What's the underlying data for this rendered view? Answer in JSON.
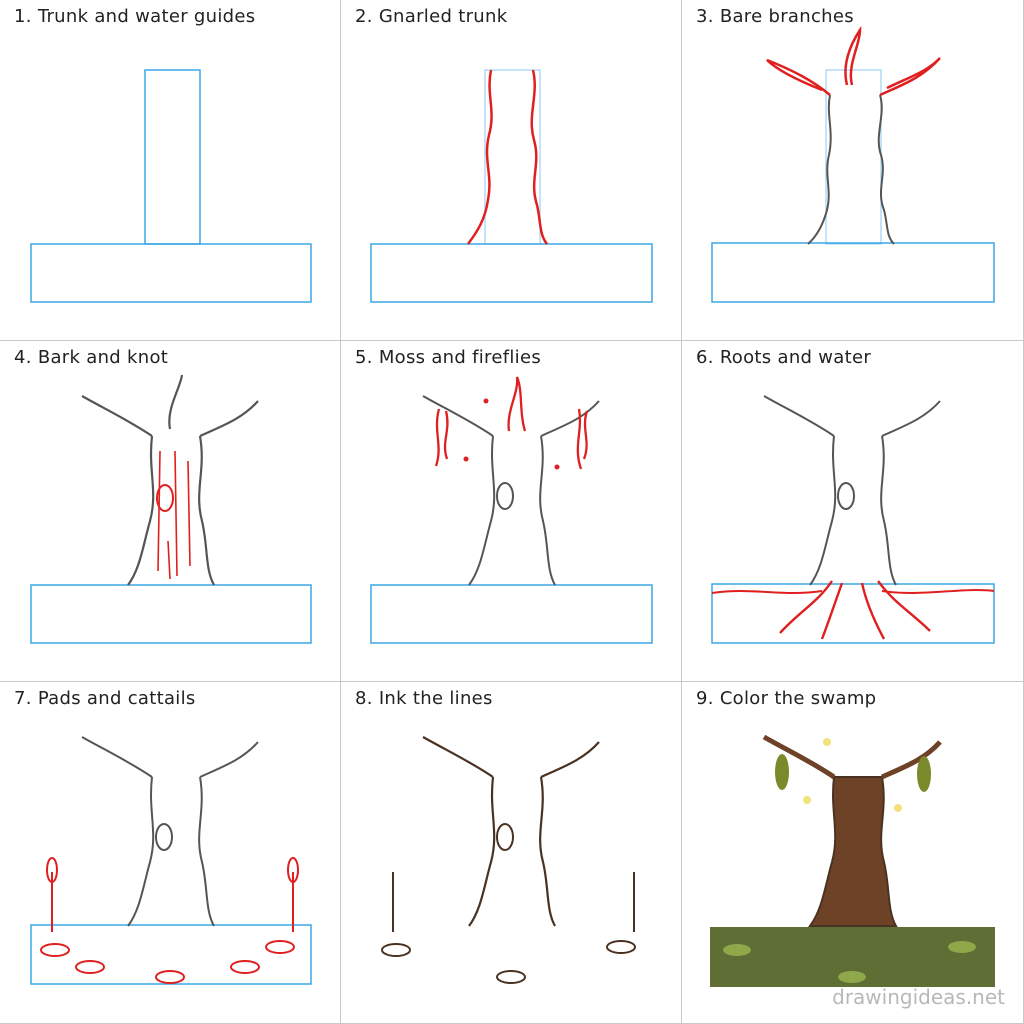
{
  "steps": [
    {
      "number": "1.",
      "title": "Trunk and water guides"
    },
    {
      "number": "2.",
      "title": "Gnarled trunk"
    },
    {
      "number": "3.",
      "title": "Bare branches"
    },
    {
      "number": "4.",
      "title": "Bark and knot"
    },
    {
      "number": "5.",
      "title": "Moss and fireflies"
    },
    {
      "number": "6.",
      "title": "Roots and water"
    },
    {
      "number": "7.",
      "title": "Pads and cattails"
    },
    {
      "number": "8.",
      "title": "Ink the lines"
    },
    {
      "number": "9.",
      "title": "Color the swamp"
    }
  ],
  "watermark": "drawingideas.net",
  "colors": {
    "guide": "#3aa7e6",
    "new_lines": "#e02020",
    "pencil": "#555555",
    "ink": "#4a3222",
    "trunk_fill": "#6e4226",
    "moss": "#7a8a2a",
    "water_fill": "#5f6e34",
    "lily_pad": "#8fa84a",
    "firefly": "#f2e27a"
  }
}
